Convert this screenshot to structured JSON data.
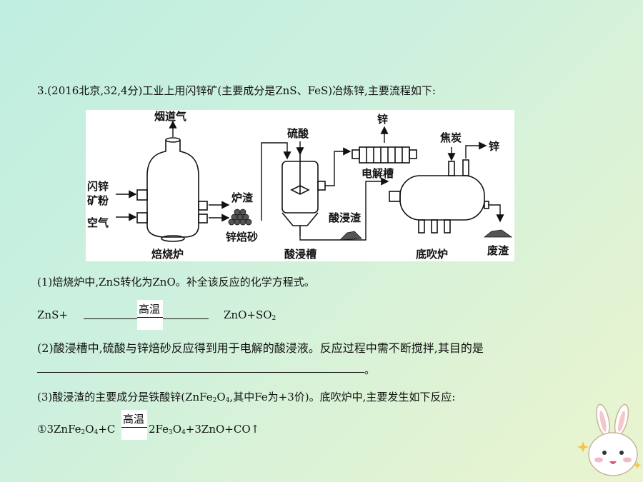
{
  "question": {
    "stem": "3.(2016北京,32,4分)工业上用闪锌矿(主要成分是ZnS、FeS)冶炼锌,主要流程如下:"
  },
  "diagram": {
    "labels": {
      "flue_gas": "烟道气",
      "sphalerite_line1": "闪锌",
      "sphalerite_line2": "矿粉",
      "air": "空气",
      "slag": "炉渣",
      "zinc_calcine": "锌焙砂",
      "roaster": "焙烧炉",
      "sulfuric_acid": "硫酸",
      "leach_tank": "酸浸槽",
      "zinc_top": "锌",
      "electrolysis_tank": "电解槽",
      "leach_residue": "酸浸渣",
      "coke": "焦炭",
      "zinc_right": "锌",
      "bottom_blowing_furnace": "底吹炉",
      "waste_slag": "废渣"
    }
  },
  "part1": {
    "text": "(1)焙烧炉中,ZnS转化为ZnO。补全该反应的化学方程式。",
    "lhs": "ZnS+",
    "condition": "高温",
    "rhs_main": "ZnO+SO",
    "rhs_sub": "2"
  },
  "part2": {
    "text": "(2)酸浸槽中,硫酸与锌焙砂反应得到用于电解的酸浸液。反应过程中需不断搅拌,其目的是",
    "end": "。"
  },
  "part3": {
    "text_a": "(3)酸浸渣的主要成分是铁酸锌(ZnFe",
    "sub_a": "2",
    "text_b": "O",
    "sub_b": "4",
    "text_c": ",其中Fe为+3价)。底吹炉中,主要发生如下反应:"
  },
  "reaction1": {
    "lhs_a": "①3ZnFe",
    "sub1": "2",
    "lhs_b": "O",
    "sub2": "4",
    "lhs_c": "+C",
    "condition": "高温",
    "rhs_a": "2Fe",
    "sub3": "3",
    "rhs_b": "O",
    "sub4": "4",
    "rhs_c": "+3ZnO+CO↑"
  }
}
